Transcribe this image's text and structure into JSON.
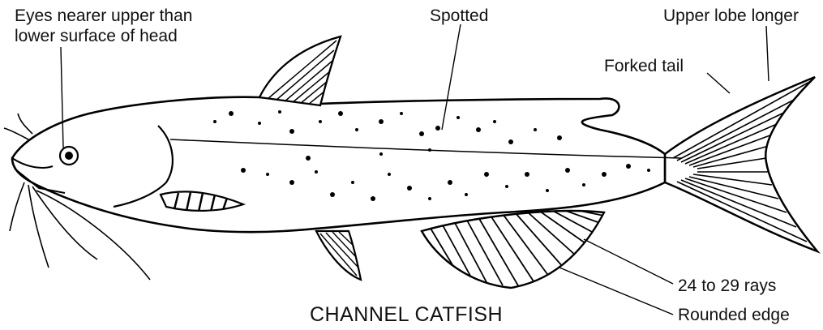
{
  "title": "CHANNEL CATFISH",
  "labels": {
    "eyes_line1": "Eyes nearer upper than",
    "eyes_line2": "lower surface of head",
    "spotted": "Spotted",
    "upper_lobe": "Upper lobe longer",
    "forked_tail": "Forked tail",
    "rays": "24 to 29 rays",
    "rounded_edge": "Rounded edge"
  }
}
